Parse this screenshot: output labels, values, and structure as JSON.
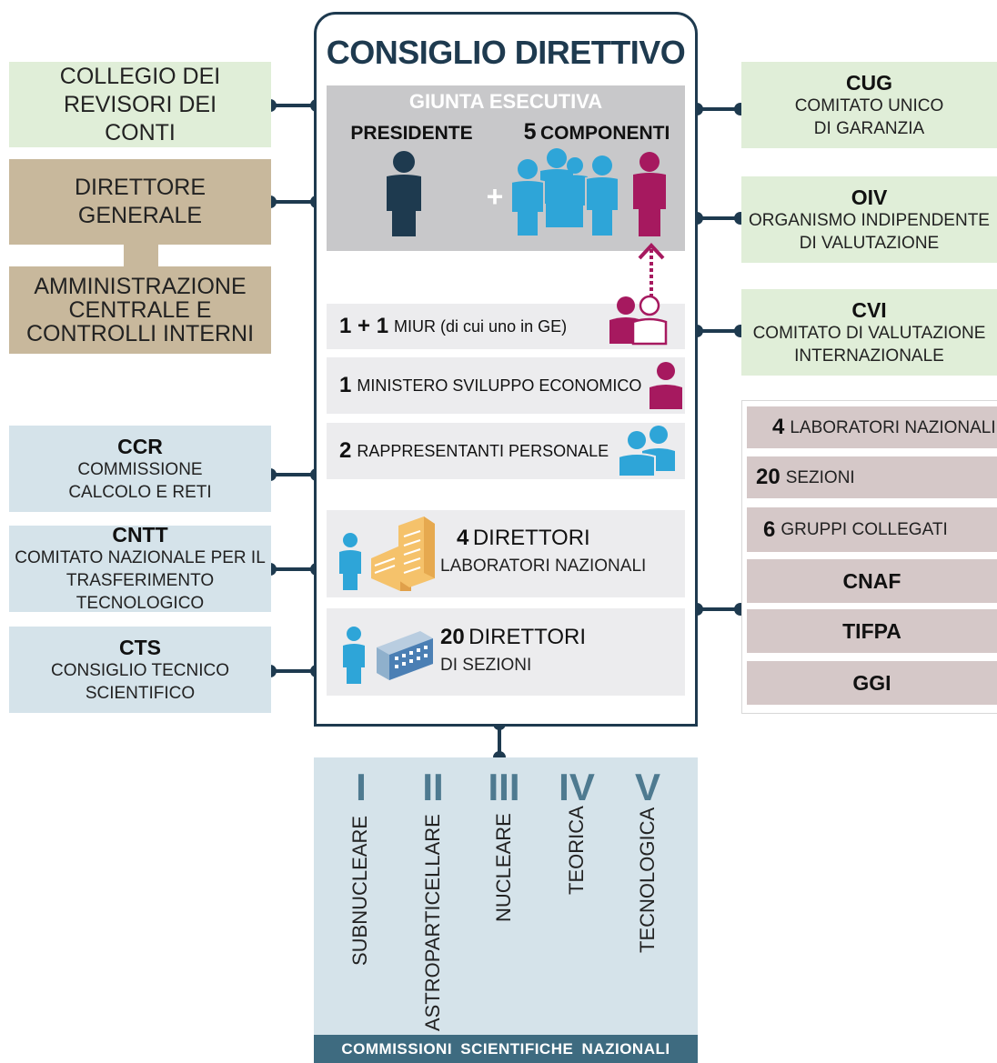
{
  "council": {
    "title": "CONSIGLIO DIRETTIVO",
    "executive": {
      "title": "GIUNTA ESECUTIVA",
      "president": "PRESIDENTE",
      "members_num": "5",
      "members_label": "COMPONENTI",
      "plus": "+"
    },
    "rows": [
      {
        "num": "1 + 1",
        "label": "MIUR (di cui uno in GE)"
      },
      {
        "num": "1",
        "label": "MINISTERO SVILUPPO ECONOMICO"
      },
      {
        "num": "2",
        "label": "RAPPRESENTANTI PERSONALE"
      }
    ],
    "directors": [
      {
        "num": "4",
        "label": "DIRETTORI",
        "sub": "LABORATORI NAZIONALI"
      },
      {
        "num": "20",
        "label": "DIRETTORI",
        "sub": "DI SEZIONI"
      }
    ]
  },
  "left": {
    "collegio": "COLLEGIO DEI REVISORI DEI CONTI",
    "direttore": "DIRETTORE GENERALE",
    "amministrazione": "AMMINISTRAZIONE CENTRALE E CONTROLLI INTERNI",
    "ccr": {
      "title": "CCR",
      "sub": "COMMISSIONE CALCOLO E RETI"
    },
    "cntt": {
      "title": "CNTT",
      "sub": "COMITATO NAZIONALE PER IL TRASFERIMENTO TECNOLOGICO"
    },
    "cts": {
      "title": "CTS",
      "sub": "CONSIGLIO TECNICO SCIENTIFICO"
    }
  },
  "right": {
    "cug": {
      "title": "CUG",
      "sub": "COMITATO UNICO DI GARANZIA"
    },
    "oiv": {
      "title": "OIV",
      "sub": "ORGANISMO INDIPENDENTE DI VALUTAZIONE"
    },
    "cvi": {
      "title": "CVI",
      "sub": "COMITATO DI VALUTAZIONE INTERNAZIONALE"
    },
    "structures": [
      {
        "num": "4",
        "label": "LABORATORI NAZIONALI"
      },
      {
        "num": "20",
        "label": "SEZIONI"
      },
      {
        "num": "6",
        "label": "GRUPPI COLLEGATI"
      }
    ],
    "centers": [
      "CNAF",
      "TIFPA",
      "GGI"
    ]
  },
  "commissions": {
    "title": "COMMISSIONI SCIENTIFICHE NAZIONALI",
    "items": [
      {
        "num": "I",
        "label": "SUBNUCLEARE"
      },
      {
        "num": "II",
        "label": "ASTROPARTICELLARE"
      },
      {
        "num": "III",
        "label": "NUCLEARE"
      },
      {
        "num": "IV",
        "label": "TEORICA"
      },
      {
        "num": "V",
        "label": "TECNOLOGICA"
      }
    ]
  },
  "colors": {
    "navy": "#1e3a4f",
    "magenta": "#a6195f",
    "lightblue": "#2ea5d8",
    "green_box": "#e0eed8",
    "tan_box": "#c8b89c",
    "blue_box": "#d5e3ea",
    "mauve_box": "#d5c8c8"
  }
}
